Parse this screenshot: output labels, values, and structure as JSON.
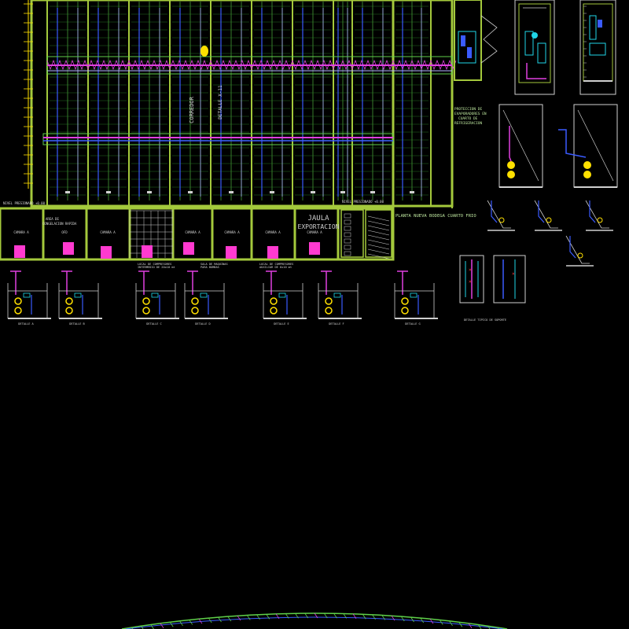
{
  "labels": {
    "corridor": "CORREDOR",
    "detail_x": "DETALLE X-11",
    "level_left": "NIVEL PRESIONADO +0.00",
    "level_right": "NIVEL PRESIONADO +0.00",
    "jaula_1": "JAULA",
    "jaula_2": "EXPORTACION",
    "floor_plan": "PLANTA NUEVA BODEGA CUARTO FRIO",
    "proteccion_1": "PROTECCION DE",
    "proteccion_2": "EVAPORADORES EN",
    "proteccion_3": "CUARTO DE",
    "proteccion_4": "REFRIGERACION",
    "area_left_1": "AREA DE",
    "area_left_2": "CONGELACION RAPIDA",
    "sub_mid": "LOCAL DE COMPRESORES",
    "sub_mid_2": "INTERMEDIO DE 20x10 mt",
    "sub_right": "LOCAL DE COMPRESORES",
    "sub_right_2": "AUXILIAR DE 6x10 mt",
    "sub_center": "SALA DE MAQUINAS",
    "sub_center_2": "PARA BOMBAS",
    "bottom_right_label": "DETALLE TIPICO DE SOPORTE",
    "rooms": [
      "CAMARA A",
      "OFD",
      "CAMARA A",
      "",
      "CAMARA A",
      "CAMARA A",
      "CAMARA A",
      "CAMARA A"
    ],
    "details": [
      "DETALLE A",
      "DETALLE B",
      "DETALLE C",
      "DETALLE D",
      "DETALLE E",
      "DETALLE F",
      "DETALLE G"
    ]
  },
  "colors": {
    "background": "#000000",
    "wall": "#a4c93c",
    "grid": "#5fd14a",
    "pipe_magenta": "#e040e0",
    "pipe_blue": "#3a5bff",
    "pipe_yellow": "#ffe000",
    "pipe_cyan": "#1fd6e8",
    "equipment": "#ff3ad0",
    "text": "#d8d8d8"
  }
}
